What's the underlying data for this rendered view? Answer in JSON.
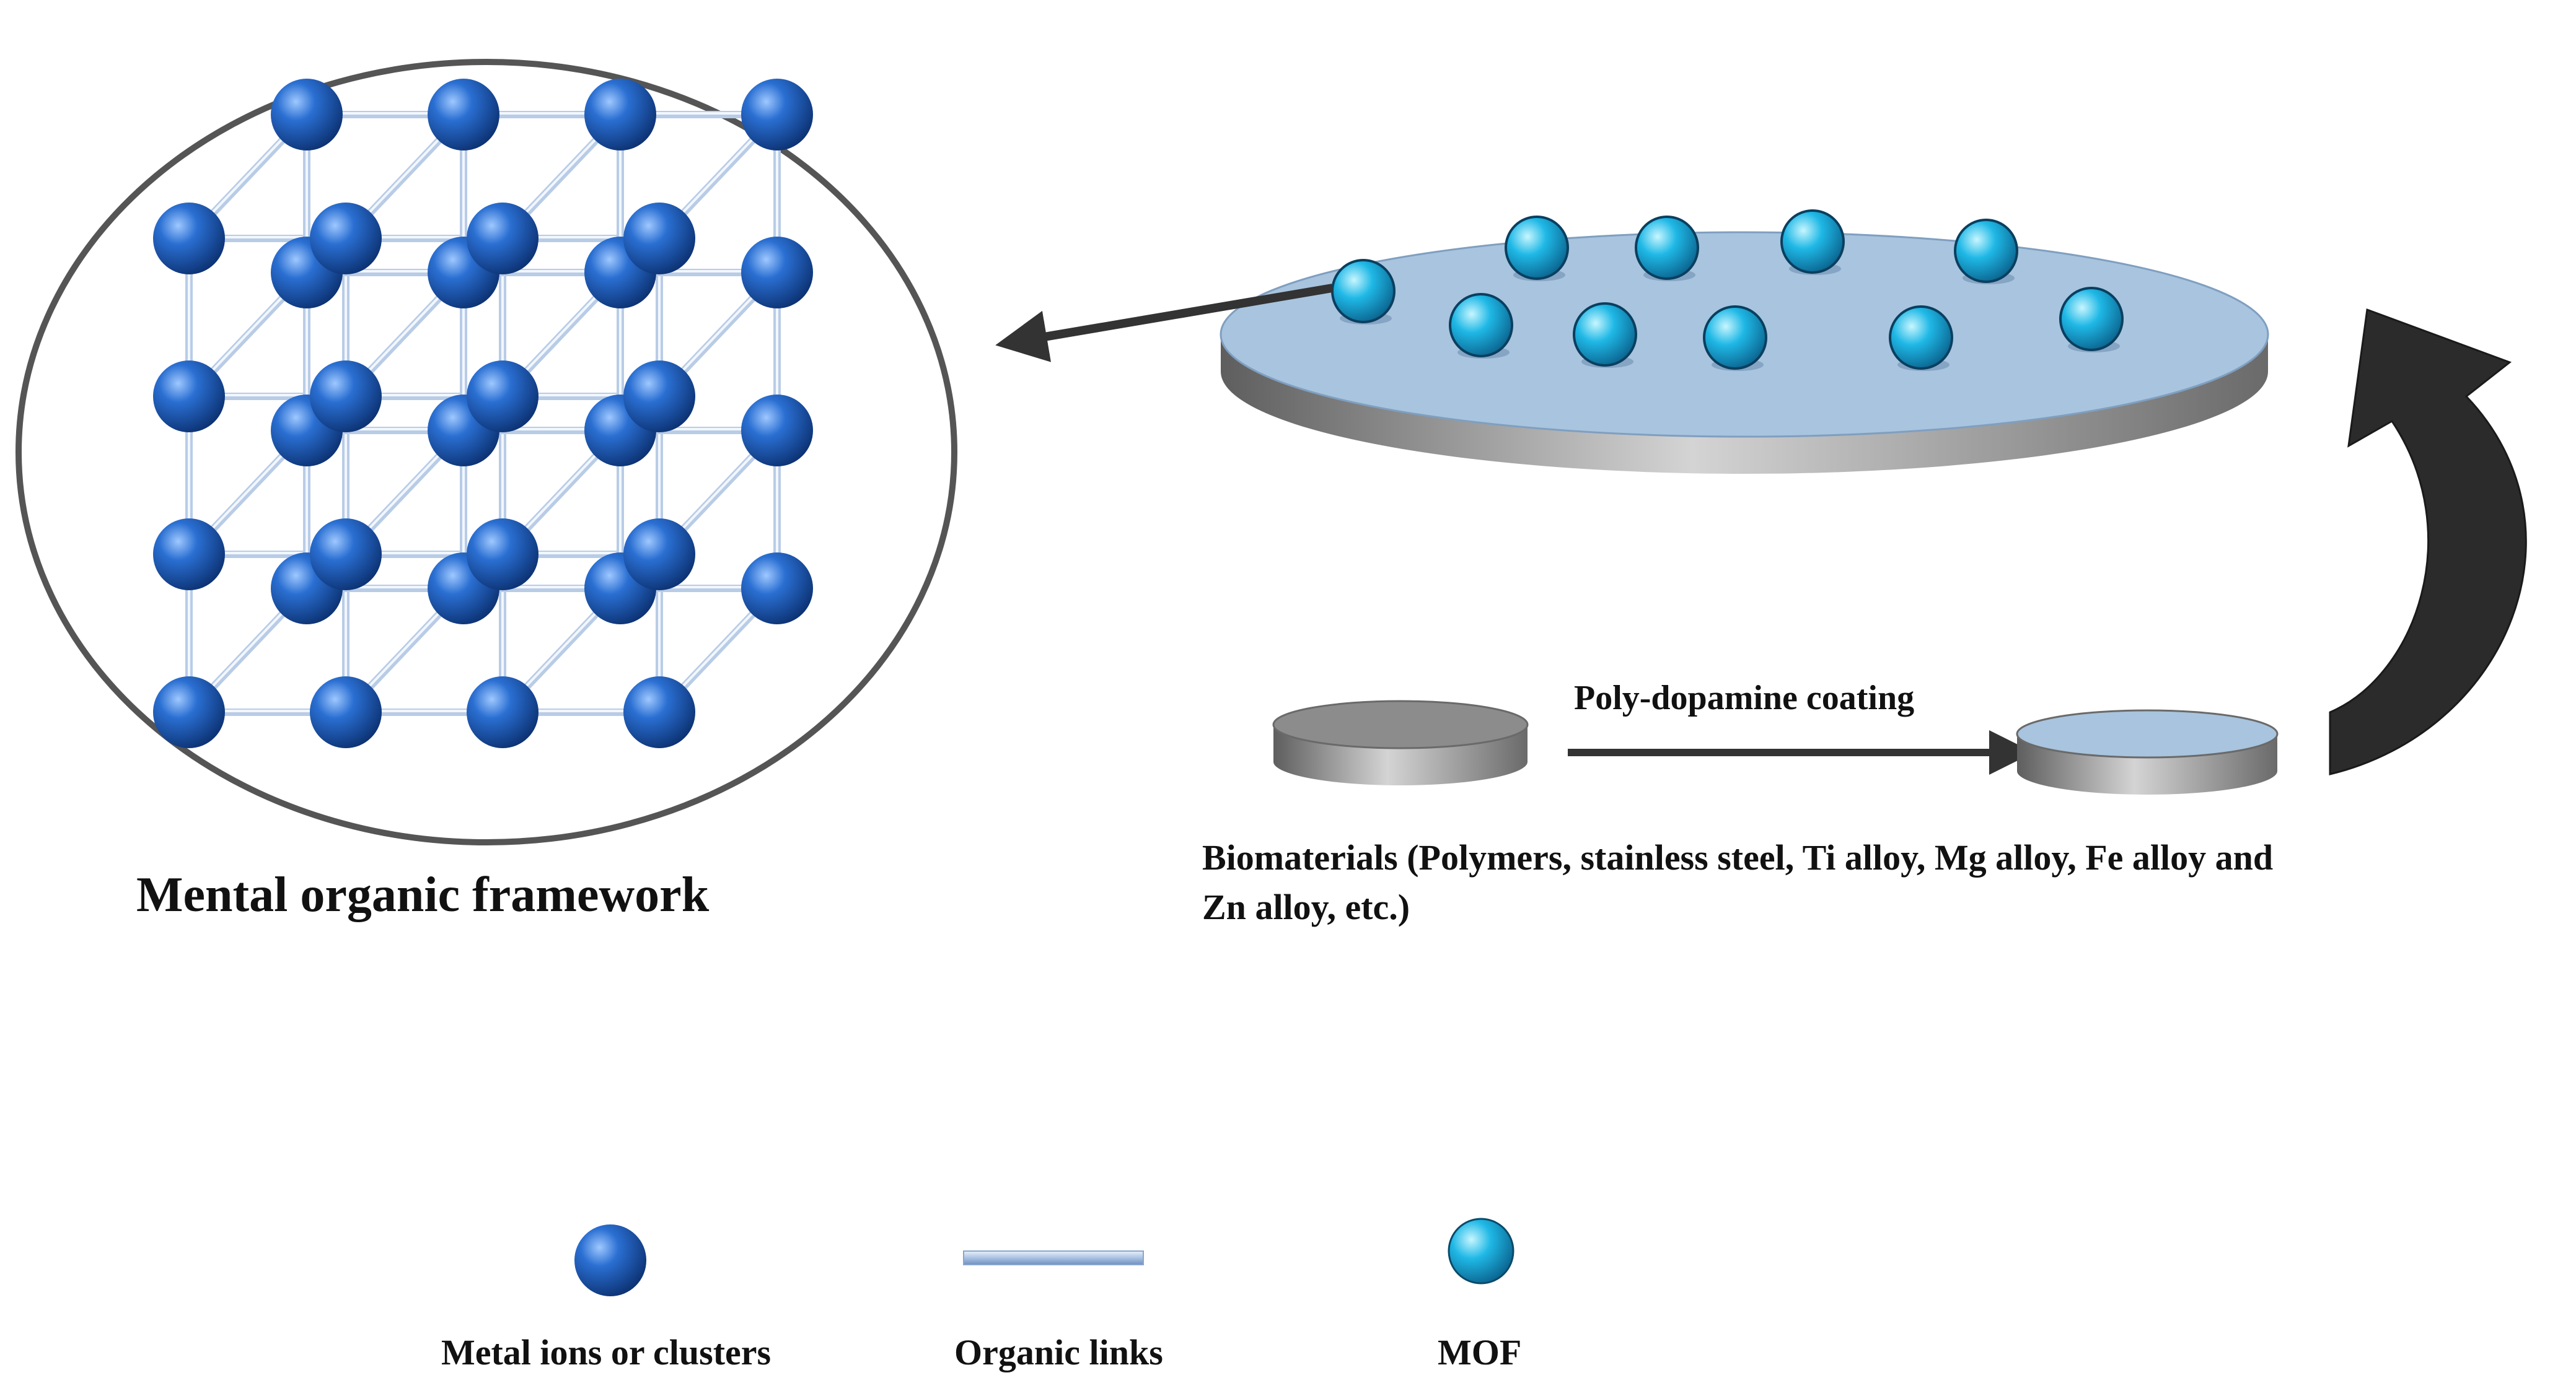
{
  "framework": {
    "title": "Mental organic framework"
  },
  "process": {
    "coating_label": "Poly-dopamine coating",
    "biomaterials_line1": "Biomaterials (Polymers, stainless steel, Ti alloy, Mg alloy, Fe alloy and",
    "biomaterials_line2": "Zn alloy, etc.)"
  },
  "legend": {
    "metal_label": "Metal ions or clusters",
    "links_label": "Organic links",
    "mof_label": "MOF"
  },
  "colors": {
    "metal_sphere": "#1f5fbf",
    "mof_sphere": "#1fb8e6",
    "coating_surface": "#a8c4de",
    "disk_side": "#8a8a8a",
    "uncoated_top": "#8c8c8c",
    "arrow": "#333333",
    "link": "#c9d9ec"
  }
}
